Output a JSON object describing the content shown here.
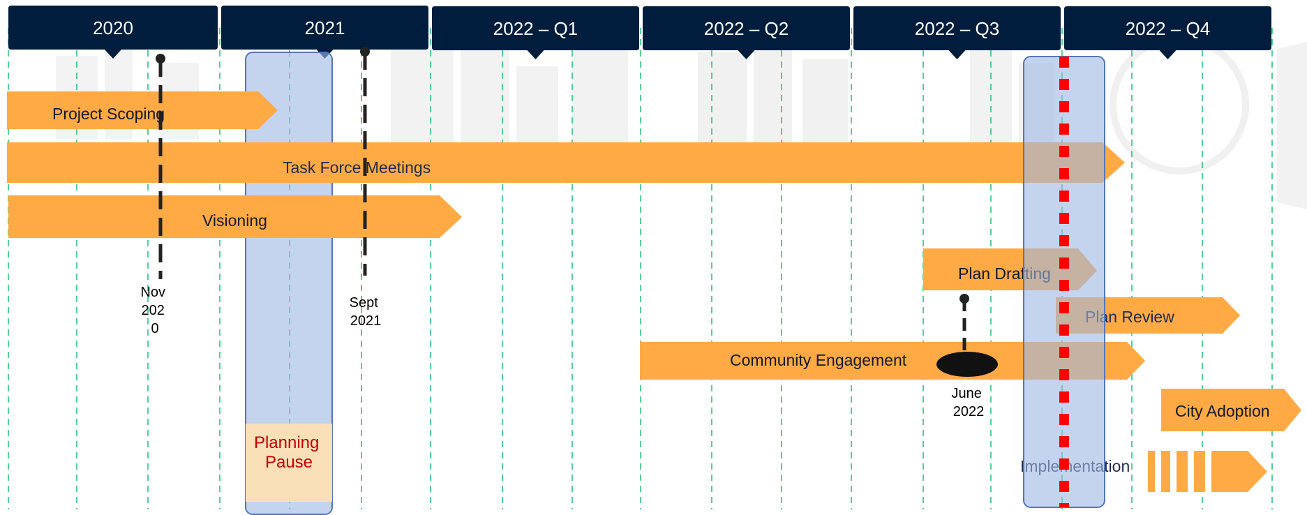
{
  "colors": {
    "header_bg": "#001d3d",
    "header_text": "#ffffff",
    "bar": "#ffaa44",
    "grid": "#2ec27e",
    "pause_band": "#9fb7e3",
    "pause_label_bg": "#fde0b4",
    "pause_text": "#c00000",
    "today_marker": "#ff0000",
    "milestone": "#222222",
    "skyline": "#f1f1f1"
  },
  "headers": [
    "2020",
    "2021",
    "2022 – Q1",
    "2022 – Q2",
    "2022 – Q3",
    "2022 – Q4"
  ],
  "bars": [
    {
      "label": "Project Scoping"
    },
    {
      "label": "Task Force Meetings"
    },
    {
      "label": "Visioning"
    },
    {
      "label": "Plan Drafting"
    },
    {
      "label": "Plan Review"
    },
    {
      "label": "Community Engagement"
    },
    {
      "label": "City Adoption"
    },
    {
      "label": "Implementation"
    }
  ],
  "milestones": [
    {
      "label_lines": [
        "Nov",
        "202",
        "0"
      ]
    },
    {
      "label_lines": [
        "Sept",
        "2021"
      ]
    },
    {
      "label_lines": [
        "June",
        "2022"
      ]
    }
  ],
  "pause": {
    "label_lines": [
      "Planning",
      "Pause"
    ]
  }
}
